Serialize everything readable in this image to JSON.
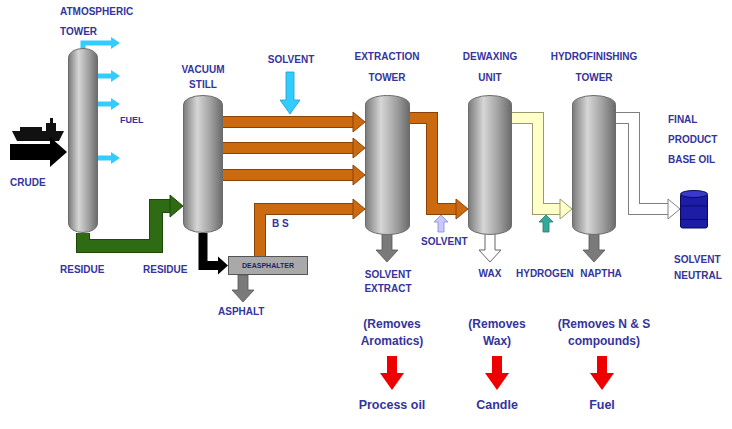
{
  "diagram": {
    "nodes": [
      {
        "text": [
          "ATMOSPHERIC TOWER"
        ]
      },
      {
        "text": [
          "VACUUM STILL"
        ]
      },
      {
        "text": [
          "DEASPHALTER"
        ]
      },
      {
        "text": [
          "EXTRACTION TOWER"
        ]
      },
      {
        "text": [
          "DEWAXING UNIT"
        ]
      },
      {
        "text": [
          "HYDROFINISHING TOWER"
        ]
      },
      {
        "text": [
          "FINAL PRODUCT BASE OIL",
          "SOLVENT NEUTRAL"
        ]
      }
    ],
    "edges": [
      {
        "from": 0,
        "to": 1,
        "arrow": "to",
        "label": "RESIDUE"
      },
      {
        "from": 1,
        "to": 2,
        "arrow": "to",
        "label": "RESIDUE"
      },
      {
        "from": 1,
        "to": 3,
        "arrow": "to"
      },
      {
        "from": 1,
        "to": 3,
        "arrow": "to"
      },
      {
        "from": 1,
        "to": 3,
        "arrow": "to"
      },
      {
        "from": 2,
        "to": 3,
        "arrow": "to",
        "label": "B S"
      },
      {
        "from": 3,
        "to": 4,
        "arrow": "to"
      },
      {
        "from": 4,
        "to": 5,
        "arrow": "to"
      },
      {
        "from": 5,
        "to": 6,
        "arrow": "to"
      }
    ],
    "labels": [
      "FUEL",
      "CRUDE",
      "SOLVENT",
      "ASPHALT",
      "SOLVENT EXTRACT",
      "SOLVENT",
      "WAX",
      "HYDROGEN",
      "NAPTHA",
      "(Removes Aromatics)",
      "(Removes Wax)",
      "(Removes N & S compounds)",
      "Process oil",
      "Candle",
      "Fuel"
    ]
  }
}
